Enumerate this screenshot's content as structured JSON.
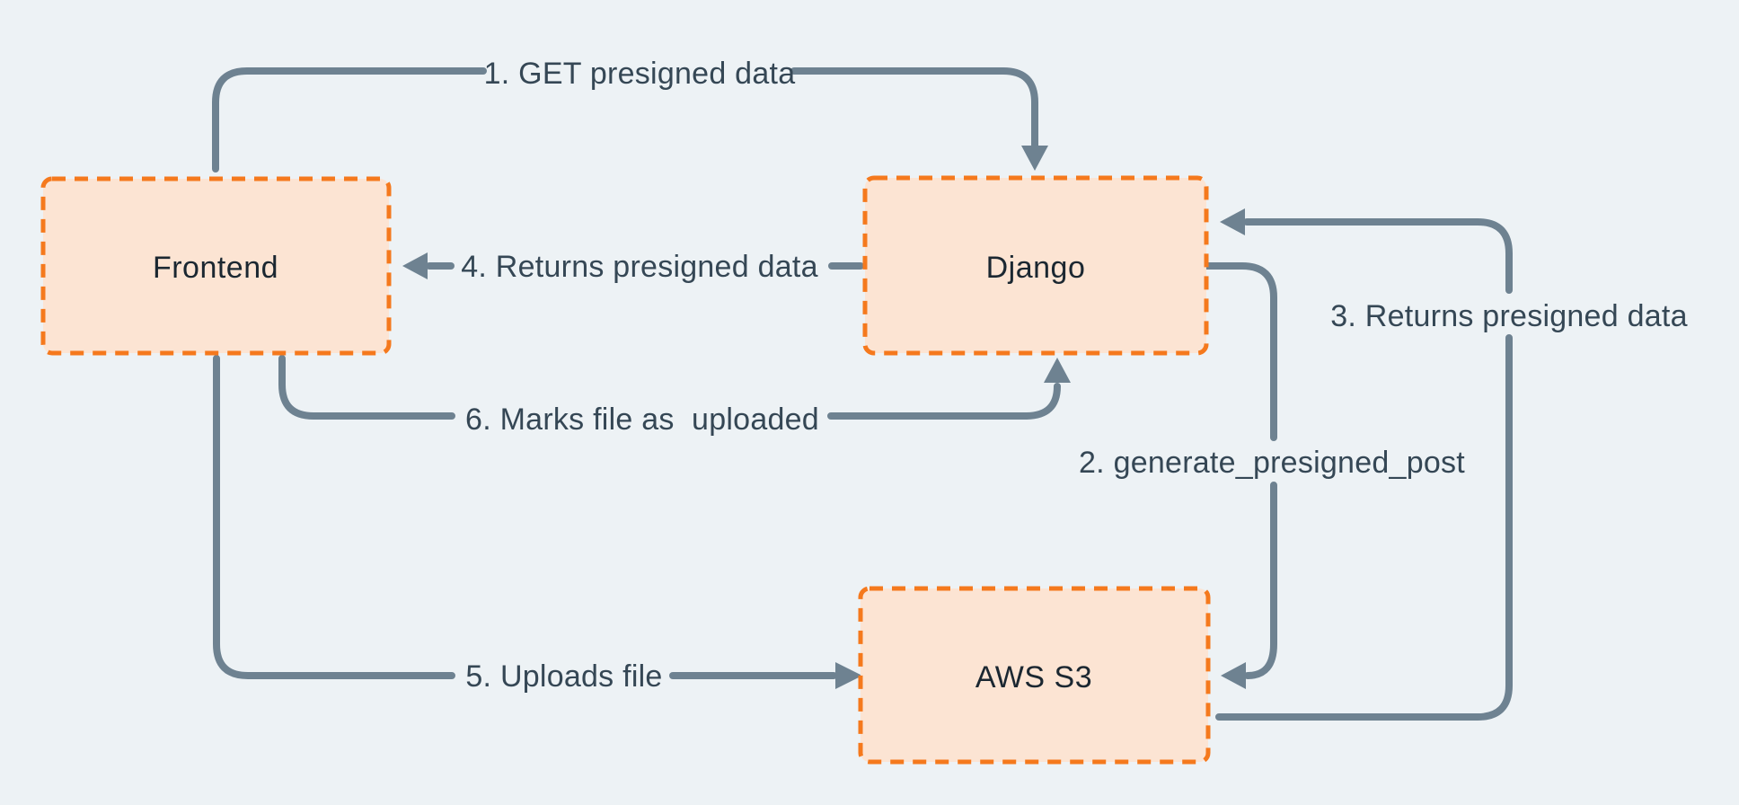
{
  "diagram": {
    "colors": {
      "background": "#edf2f5",
      "node_fill": "#fce4d3",
      "node_border": "#f5791d",
      "arrow": "#6e8291",
      "edge_label_text": "#354755",
      "node_label_text": "#1b2731"
    },
    "nodes": [
      {
        "id": "frontend",
        "label": "Frontend"
      },
      {
        "id": "django",
        "label": "Django"
      },
      {
        "id": "aws-s3",
        "label": "AWS S3"
      }
    ],
    "edges": [
      {
        "id": "1",
        "label": "1. GET presigned data",
        "from": "Frontend",
        "to": "Django"
      },
      {
        "id": "2",
        "label": "2. generate_presigned_post",
        "from": "Django",
        "to": "AWS S3"
      },
      {
        "id": "3",
        "label": "3. Returns presigned data",
        "from": "AWS S3",
        "to": "Django"
      },
      {
        "id": "4",
        "label": "4. Returns presigned data",
        "from": "Django",
        "to": "Frontend"
      },
      {
        "id": "5",
        "label": "5. Uploads file",
        "from": "Frontend",
        "to": "AWS S3"
      },
      {
        "id": "6",
        "label": "6. Marks file as  uploaded",
        "from": "Frontend",
        "to": "Django"
      }
    ]
  }
}
